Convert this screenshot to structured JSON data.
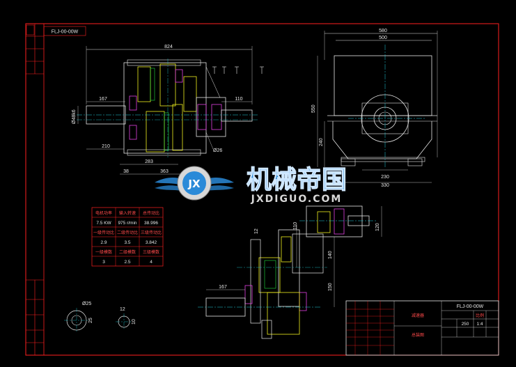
{
  "drawing_code": "FLJ-00-00W",
  "dimensions": {
    "overall_length": "824",
    "left_shaft": "167",
    "right_shaft": "110",
    "phi_left": "Ø48k6",
    "height_210": "210",
    "dim_283": "283",
    "dim_363": "363",
    "dim_38": "38",
    "phi_right": "Ø26",
    "view_width_outer": "580",
    "view_width_inner": "500",
    "view_height": "550",
    "view_240": "240",
    "view_230": "230",
    "view_330": "330",
    "lower_167": "167",
    "lower_12": "12",
    "lower_110": "110",
    "lower_140": "140",
    "lower_150": "150",
    "lower_120": "120",
    "hole_phi": "Ø25",
    "hole_dim_a": "25",
    "hole_dim_b": "12",
    "hole_dim_c": "10"
  },
  "spec_table": {
    "rows": [
      [
        "电机功率",
        "输入转速",
        "总传动比"
      ],
      [
        "7.5 KW",
        "975 r/min",
        "38.996"
      ],
      [
        "一级传动比",
        "二级传动比",
        "三级传动比"
      ],
      [
        "2.9",
        "3.5",
        "3.842"
      ],
      [
        "一级模数",
        "二级模数",
        "三级模数"
      ],
      [
        "3",
        "2.5",
        "4"
      ]
    ]
  },
  "title_block": {
    "code": "FLJ-00-00W",
    "name": "减速器",
    "material": "总装图",
    "scale_label": "比例",
    "scale_value": "1:4",
    "qty": "250"
  },
  "watermark": {
    "badge": "JX",
    "cn_text": "机械帝国",
    "url": "JXDIGUO.COM"
  },
  "colors": {
    "frame": "#ff2020",
    "line": "#e8e8e8",
    "yellow": "#f0f020",
    "cyan": "#20d0e0",
    "magenta": "#e040e0",
    "green": "#20e040",
    "blue_wm": "#2a8ad8"
  }
}
